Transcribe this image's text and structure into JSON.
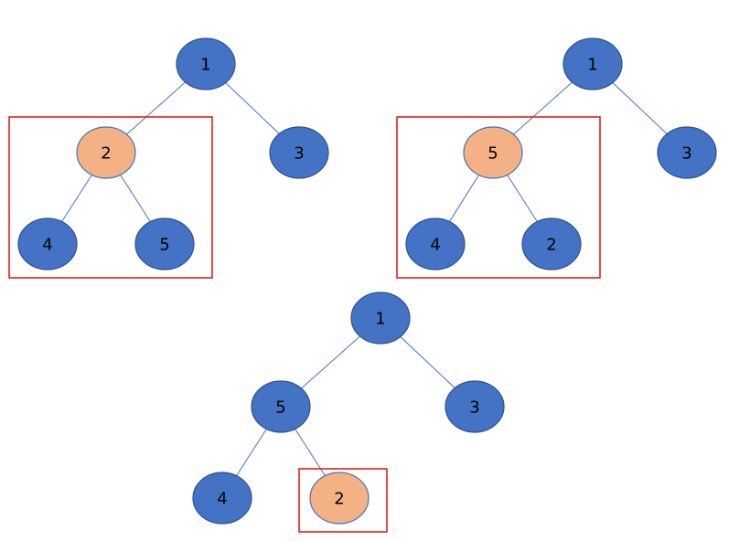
{
  "colors": {
    "default_node": "#4472c4",
    "highlighted_node": "#f4b183",
    "edge": "#4472c4",
    "box": "#e02020"
  },
  "trees": [
    {
      "nodes": [
        {
          "label": "1",
          "highlighted": false
        },
        {
          "label": "2",
          "highlighted": true
        },
        {
          "label": "3",
          "highlighted": false
        },
        {
          "label": "4",
          "highlighted": false
        },
        {
          "label": "5",
          "highlighted": false
        }
      ],
      "edges": [
        [
          0,
          1
        ],
        [
          0,
          2
        ],
        [
          1,
          3
        ],
        [
          1,
          4
        ]
      ]
    },
    {
      "nodes": [
        {
          "label": "1",
          "highlighted": false
        },
        {
          "label": "5",
          "highlighted": true
        },
        {
          "label": "3",
          "highlighted": false
        },
        {
          "label": "4",
          "highlighted": false
        },
        {
          "label": "2",
          "highlighted": false
        }
      ],
      "edges": [
        [
          0,
          1
        ],
        [
          0,
          2
        ],
        [
          1,
          3
        ],
        [
          1,
          4
        ]
      ]
    },
    {
      "nodes": [
        {
          "label": "1",
          "highlighted": false
        },
        {
          "label": "5",
          "highlighted": false
        },
        {
          "label": "3",
          "highlighted": false
        },
        {
          "label": "4",
          "highlighted": false
        },
        {
          "label": "2",
          "highlighted": true
        }
      ],
      "edges": [
        [
          0,
          1
        ],
        [
          0,
          2
        ],
        [
          1,
          3
        ],
        [
          1,
          4
        ]
      ]
    }
  ]
}
